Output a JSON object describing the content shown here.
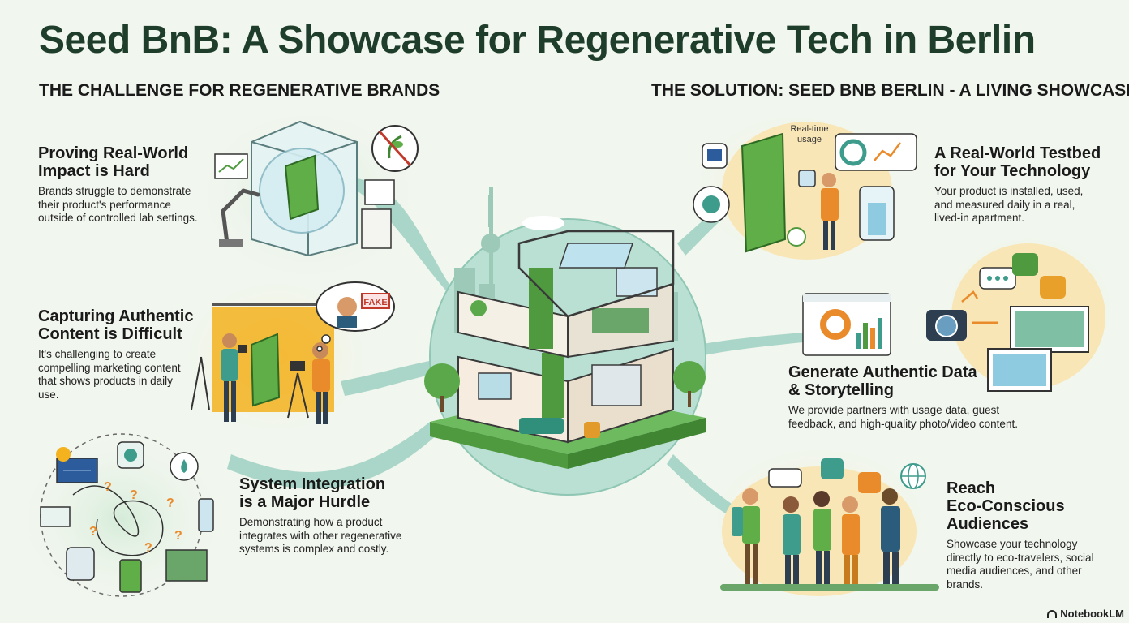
{
  "title": "Seed BnB: A Showcase for Regenerative Tech in Berlin",
  "challenge": {
    "heading": "THE CHALLENGE FOR REGENERATIVE BRANDS",
    "items": [
      {
        "title": "Proving Real-World\nImpact is Hard",
        "body": "Brands struggle to demonstrate\ntheir product's performance\noutside of controlled lab settings.",
        "icon": "lab-bubble-icon"
      },
      {
        "title": "Capturing Authentic\nContent is Difficult",
        "body": "It's challenging to create\ncompelling marketing content\nthat shows products in daily\nuse.",
        "icon": "photo-studio-icon",
        "badge": "FAKE"
      },
      {
        "title": "System Integration\nis a Major Hurdle",
        "body": "Demonstrating how a product\nintegrates with other regenerative\nsystems is complex and costly.",
        "icon": "tangled-systems-icon"
      }
    ]
  },
  "solution": {
    "heading": "THE SOLUTION: SEED BNB BERLIN - A LIVING SHOWCASE",
    "items": [
      {
        "title": "A Real-World Testbed\nfor Your Technology",
        "body": "Your product is installed, used,\nand measured daily in a real,\nlived-in apartment.",
        "icon": "testbed-icon",
        "label": "Real-time\nusage"
      },
      {
        "title": "Generate Authentic Data\n& Storytelling",
        "body": "We provide partners with usage data, guest\nfeedback, and high-quality photo/video content.",
        "icon": "data-storytelling-icon"
      },
      {
        "title": "Reach\nEco-Conscious\nAudiences",
        "body": "Showcase your technology\ndirectly to eco-travelers, social\nmedia audiences, and other\nbrands.",
        "icon": "audience-icon"
      }
    ]
  },
  "watermark": "NotebookLM",
  "colors": {
    "accent": "#1f3d2b",
    "teal": "#3e9c8c",
    "green": "#4f9a3f",
    "orange": "#e9a02a",
    "background": "#f1f6ee"
  }
}
